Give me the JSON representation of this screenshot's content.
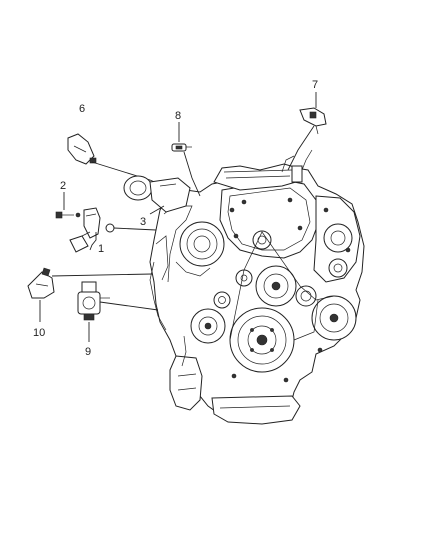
{
  "callouts": {
    "c1": "1",
    "c2": "2",
    "c3": "3",
    "c6": "6",
    "c7": "7",
    "c8": "8",
    "c9": "9",
    "c10": "10"
  }
}
